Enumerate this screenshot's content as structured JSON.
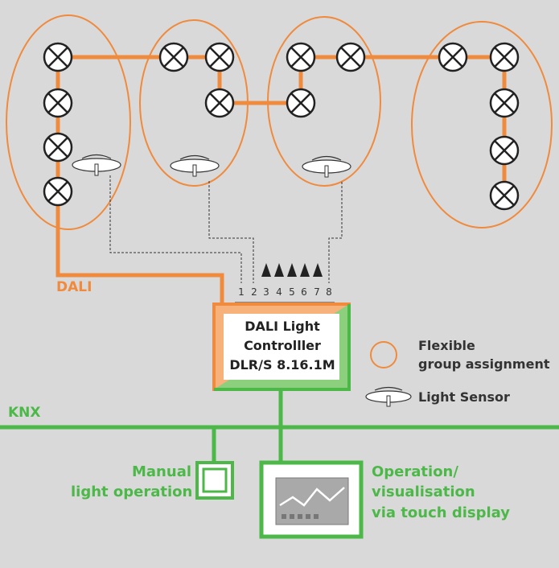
{
  "labels": {
    "dali": "DALI",
    "knx": "KNX",
    "controller_line1": "DALI Light",
    "controller_line2": "Controlller",
    "controller_line3": "DLR/S 8.16.1M",
    "legend_group_line1": "Flexible",
    "legend_group_line2": "group assignment",
    "legend_sensor": "Light Sensor",
    "manual_line1": "Manual",
    "manual_line2": "light operation",
    "touch_line1": "Operation/",
    "touch_line2": "visualisation",
    "touch_line3": "via touch display"
  },
  "channels": [
    "1",
    "2",
    "3",
    "4",
    "5",
    "6",
    "7",
    "8"
  ],
  "colors": {
    "dali_orange": "#f08a3c",
    "knx_green": "#4cb848",
    "background": "#d9d9da",
    "lamp_outline": "#222222"
  },
  "icons": [
    "lamp-icon",
    "light-sensor-icon",
    "touch-display-icon",
    "push-button-icon"
  ]
}
